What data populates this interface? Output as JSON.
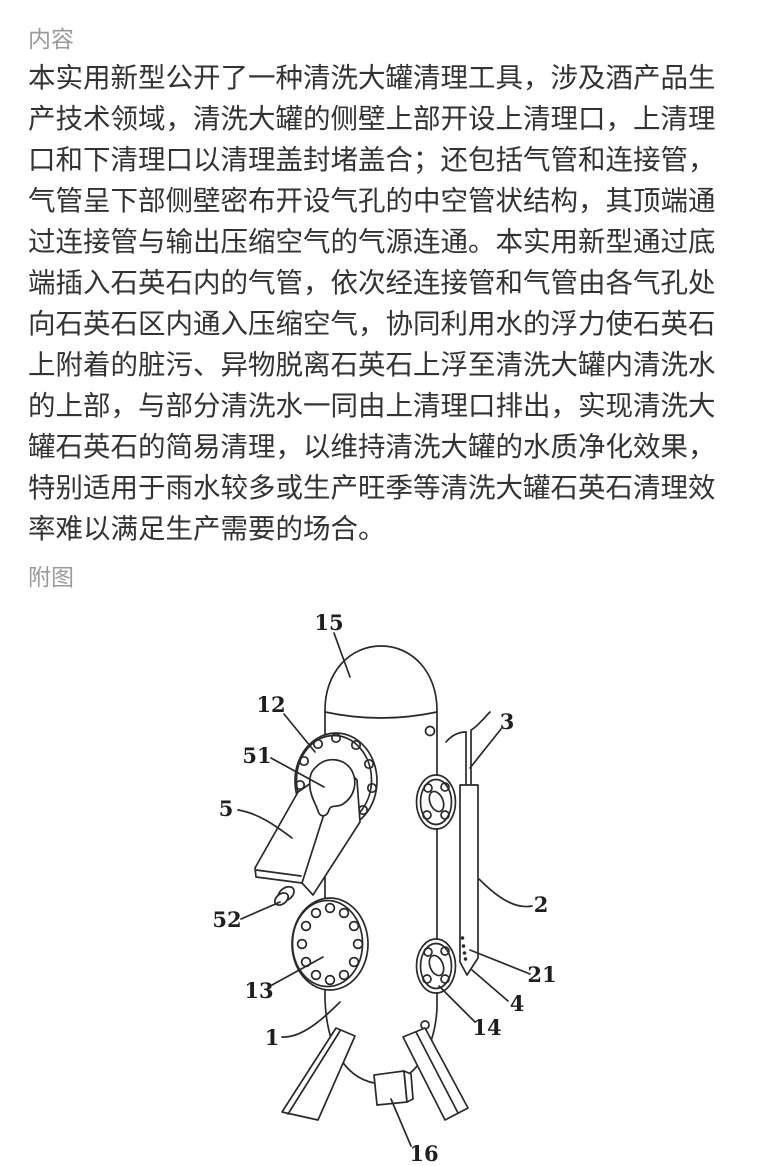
{
  "page": {
    "background": "#ffffff",
    "heading_color": "#9a9a9a",
    "body_text_color": "#333333",
    "drawing_line_color": "#2a2a2a"
  },
  "content_section": {
    "heading": "内容",
    "abstract": "本实用新型公开了一种清洗大罐清理工具，涉及酒产品生产技术领域，清洗大罐的侧壁上部开设上清理口，上清理口和下清理口以清理盖封堵盖合；还包括气管和连接管，气管呈下部侧壁密布开设气孔的中空管状结构，其顶端通过连接管与输出压缩空气的气源连通。本实用新型通过底端插入石英石内的气管，依次经连接管和气管由各气孔处向石英石区内通入压缩空气，协同利用水的浮力使石英石上附着的脏污、异物脱离石英石上浮至清洗大罐内清洗水的上部，与部分清洗水一同由上清理口排出，实现清洗大罐石英石的简易清理，以维持清洗大罐的水质净化效果，特别适用于雨水较多或生产旺季等清洗大罐石英石清理效率难以满足生产需要的场合。"
  },
  "figure_section": {
    "heading": "附图",
    "labels": {
      "l15": "15",
      "l12": "12",
      "l51": "51",
      "l5": "5",
      "l3": "3",
      "l2": "2",
      "l52": "52",
      "l13": "13",
      "l1": "1",
      "l21": "21",
      "l4": "4",
      "l14": "14",
      "l16": "16"
    }
  }
}
